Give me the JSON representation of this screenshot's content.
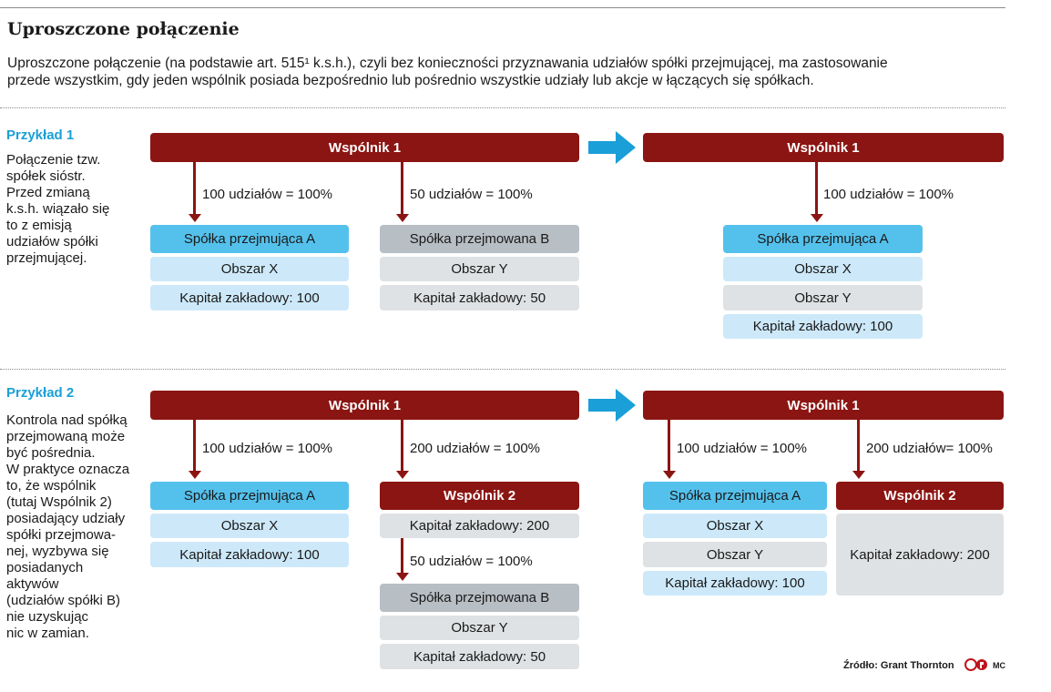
{
  "title": "Uproszczone połączenie",
  "intro": [
    "Uproszczone połączenie (na podstawie art. 515¹ k.s.h.), czyli  bez konieczności przyznawania udziałów spółki przejmującej, ma zastosowanie",
    "przede wszystkim, gdy jeden wspólnik posiada bezpośrednio lub pośrednio wszystkie udziały lub akcje w łączących się spółkach."
  ],
  "example1": {
    "title": "Przykład 1",
    "desc": [
      "Połączenie tzw.",
      "spółek sióstr.",
      "Przed zmianą",
      "k.s.h. wiązało się",
      "to z emisją",
      "udziałów spółki",
      "przejmującej."
    ],
    "before": {
      "owner": "Wspólnik 1",
      "left_share": "100 udziałów = 100%",
      "right_share": "50 udziałów = 100%",
      "left_company": [
        "Spółka przejmująca A",
        "Obszar X",
        "Kapitał zakładowy: 100"
      ],
      "right_company": [
        "Spółka przejmowana B",
        "Obszar Y",
        "Kapitał zakładowy: 50"
      ]
    },
    "after": {
      "owner": "Wspólnik 1",
      "share": "100 udziałów = 100%",
      "company": [
        "Spółka przejmująca A",
        "Obszar X",
        "Obszar Y",
        "Kapitał zakładowy: 100"
      ]
    }
  },
  "example2": {
    "title": "Przykład 2",
    "desc": [
      "Kontrola nad spółką",
      "przejmowaną może",
      "być pośrednia.",
      "W praktyce oznacza",
      "to, że wspólnik",
      "(tutaj Wspólnik 2)",
      "posiadający udziały",
      "spółki przejmowa-",
      "nej, wyzbywa się",
      "posiadanych",
      "aktywów",
      "(udziałów spółki B)",
      "nie uzyskując",
      "nic w zamian."
    ],
    "before": {
      "owner": "Wspólnik 1",
      "left_share": "100 udziałów = 100%",
      "right_share": "200 udziałów = 100%",
      "left_company": [
        "Spółka przejmująca A",
        "Obszar X",
        "Kapitał zakładowy: 100"
      ],
      "mid_owner": "Wspólnik 2",
      "mid_capital": "Kapitał zakładowy: 200",
      "mid_share": "50 udziałów = 100%",
      "bottom_company": [
        "Spółka przejmowana B",
        "Obszar Y",
        "Kapitał zakładowy: 50"
      ]
    },
    "after": {
      "owner": "Wspólnik 1",
      "left_share": "100 udziałów = 100%",
      "right_share": "200 udziałów= 100%",
      "left_company": [
        "Spółka przejmująca A",
        "Obszar X",
        "Obszar Y",
        "Kapitał zakładowy: 100"
      ],
      "right_owner": "Wspólnik 2",
      "right_capital": "Kapitał zakładowy: 200"
    }
  },
  "source": "Źródło: Grant Thornton",
  "author_tag": "MC",
  "colors": {
    "accent_red": "#8b1512",
    "accent_blue": "#1a9fd8",
    "company_blue": "#54c1ec"
  },
  "icons": [
    "big-right-arrow-icon",
    "down-arrow-icon",
    "publisher-logo-icon"
  ]
}
